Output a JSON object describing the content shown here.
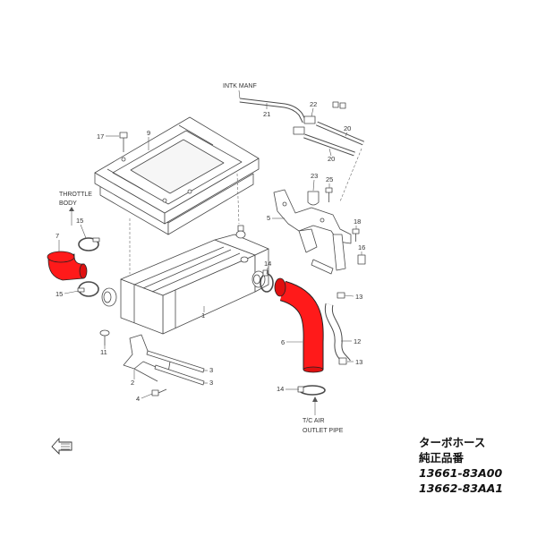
{
  "diagram": {
    "notes": {
      "intake_manifold": "INTK MANF",
      "throttle_body": [
        "THROTTLE",
        "BODY"
      ],
      "tc_air_outlet": [
        "T/C AIR",
        "OUTLET PIPE"
      ]
    },
    "callouts": [
      "21",
      "22",
      "20",
      "20",
      "17",
      "9",
      "23",
      "25",
      "5",
      "18",
      "16",
      "7",
      "15",
      "15",
      "14",
      "13",
      "1",
      "6",
      "12",
      "13",
      "11",
      "2",
      "3",
      "3",
      "4",
      "14"
    ]
  },
  "caption": {
    "title": "ターボホース",
    "subtitle": "純正品番",
    "part_numbers": [
      "13661-83A00",
      "13662-83AA1"
    ]
  },
  "colors": {
    "highlight": "#ff1a1a",
    "line": "#4a4a4a"
  }
}
